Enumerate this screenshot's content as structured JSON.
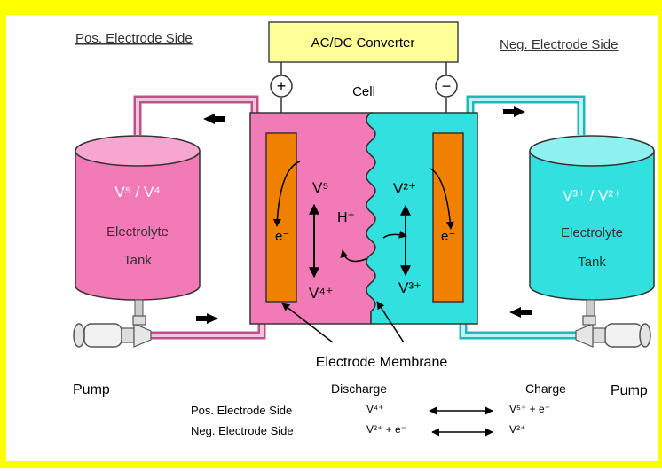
{
  "labels": {
    "pos_side": "Pos. Electrode Side",
    "neg_side": "Neg. Electrode Side",
    "converter": "AC/DC Converter",
    "plus": "+",
    "minus": "−",
    "cell": "Cell",
    "electrode_membrane": "Electrode Membrane",
    "pump_left": "Pump",
    "pump_right": "Pump",
    "discharge": "Discharge",
    "charge": "Charge"
  },
  "left_tank": {
    "line1": "V⁵ / V⁴",
    "line2": "Electrolyte",
    "line3": "Tank"
  },
  "right_tank": {
    "line1": "V³⁺ / V²⁺",
    "line2": "Electrolyte",
    "line3": "Tank"
  },
  "cell": {
    "pos_electron": "e⁻",
    "neg_electron": "e⁻",
    "pos_upper": "V⁵",
    "pos_lower": "V⁴⁺",
    "neg_upper": "V²⁺",
    "neg_lower": "V³⁺",
    "proton": "H⁺"
  },
  "reactions": {
    "pos_label": "Pos. Electrode Side",
    "pos_left": "V⁴⁺",
    "pos_right": "V⁵⁺ + e⁻",
    "neg_label": "Neg. Electrode Side",
    "neg_left": "V²⁺ + e⁻",
    "neg_right": "V²⁺"
  },
  "colors": {
    "frame": "#ffff00",
    "positive": "#f27ab6",
    "negative": "#33e0e0",
    "electrode": "#f08000",
    "converter": "#ffff99",
    "pipe_pos": "#c0508a",
    "pipe_neg": "#1fb8b8"
  }
}
